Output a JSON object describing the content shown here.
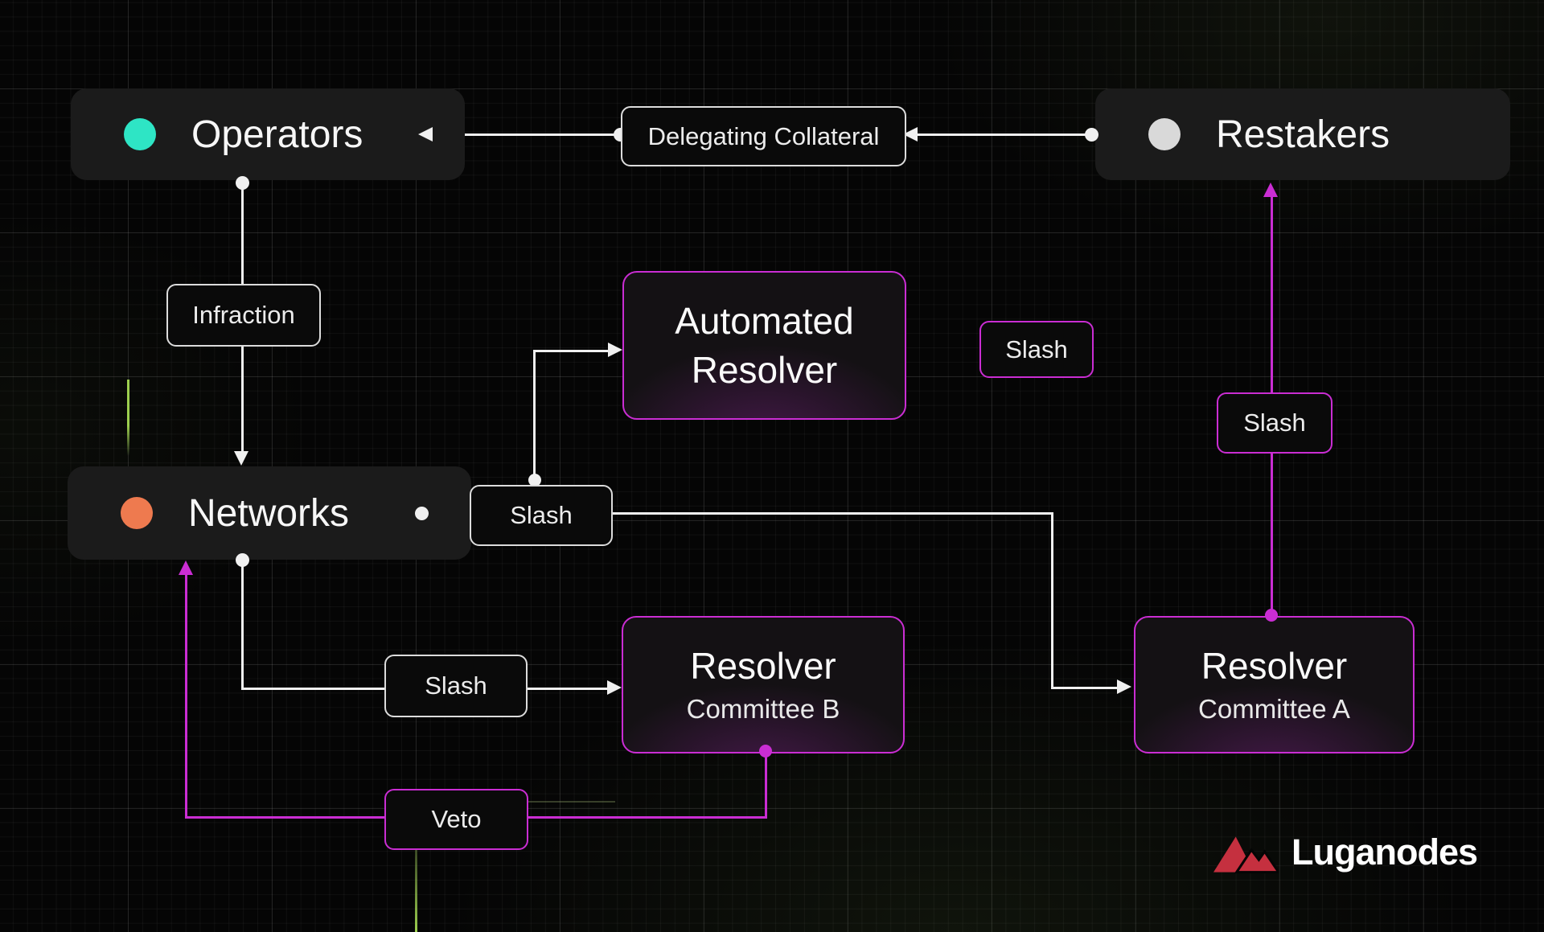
{
  "colors": {
    "teal": "#2ee5c5",
    "orange": "#ee7a4f",
    "gray_dot": "#d9d9d9",
    "magenta": "#ca2dd3",
    "white_line": "#f0f0f0",
    "green_accent": "#9ccf4e",
    "logo_red": "#c5303f",
    "node_bg": "#1b1b1b",
    "label_border": "#dcdcdc"
  },
  "nodes": {
    "operators": {
      "label": "Operators"
    },
    "restakers": {
      "label": "Restakers"
    },
    "networks": {
      "label": "Networks"
    },
    "automated_resolver": {
      "line1": "Automated",
      "line2": "Resolver"
    },
    "resolver_committee_b": {
      "line1": "Resolver",
      "line2": "Committee B"
    },
    "resolver_committee_a": {
      "line1": "Resolver",
      "line2": "Committee A"
    }
  },
  "edge_labels": {
    "delegating_collateral": "Delegating Collateral",
    "infraction": "Infraction",
    "slash_networks": "Slash",
    "slash_committee_b": "Slash",
    "slash_committee_a": "Slash",
    "slash_floating": "Slash",
    "veto": "Veto"
  },
  "logo": {
    "text": "Luganodes"
  }
}
